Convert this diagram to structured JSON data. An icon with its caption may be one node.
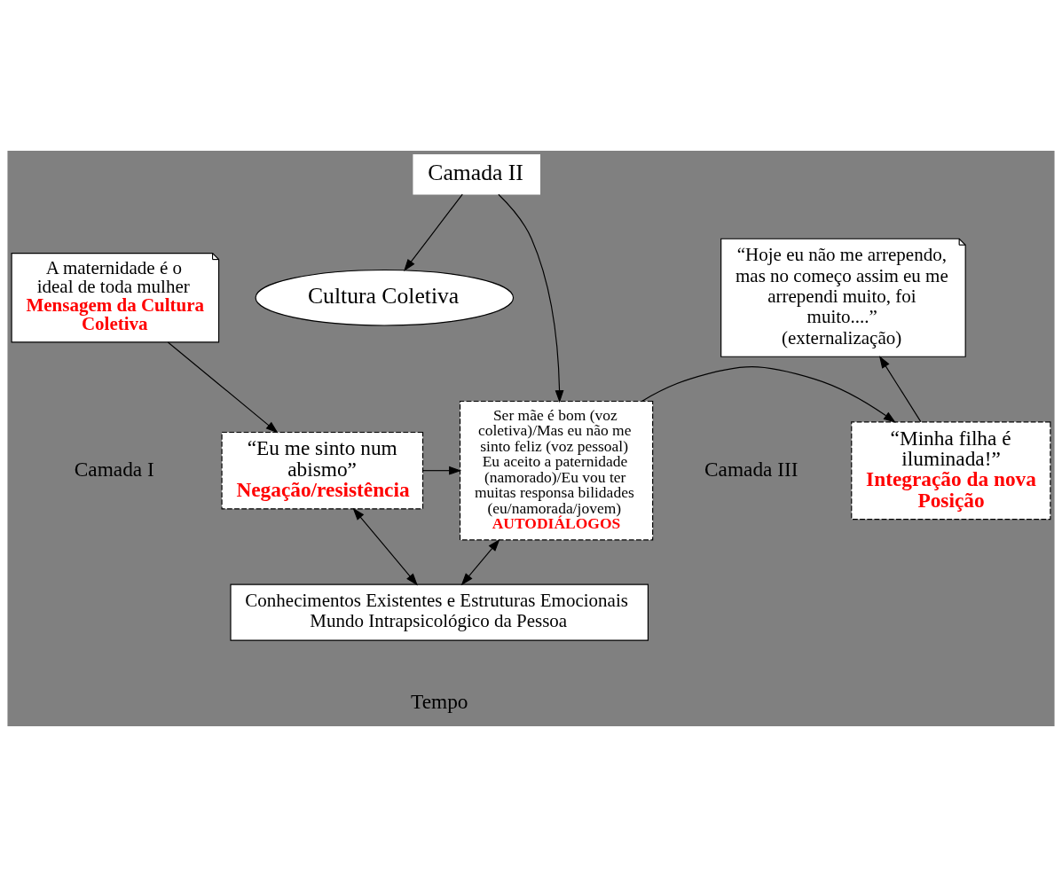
{
  "diagram": {
    "nodes": [
      {
        "text": [
          "A maternidade é o ideal de toda mulher",
          "Mensagem da Cultura Coletiva"
        ]
      },
      {
        "text": [
          "Cultura Coletiva"
        ]
      },
      {
        "text": [
          "“Hoje eu não me arrependo, mas no começo assim eu me arrependi muito, foi muito....”",
          "(externalização)"
        ]
      },
      {
        "text": [
          "Camada II"
        ]
      },
      {
        "text": [
          "“Eu me sinto num abismo”",
          "Negação/resistência"
        ]
      },
      {
        "text": [
          "Ser mãe é bom (voz coletiva)/Mas eu não me sinto feliz (voz pessoal)",
          "Eu aceito a paternidade (namorado)/Eu vou ter muitas responsa bilidades (eu/namorada/jovem)",
          "AUTODIÁLOGOS"
        ]
      },
      {
        "text": [
          "“Minha filha é iluminada!”",
          "Integração da nova Posição"
        ]
      },
      {
        "text": [
          "Conhecimentos Existentes e Estruturas Emocionais",
          "Mundo Intrapsicológico da Pessoa"
        ]
      }
    ],
    "edges": [
      {
        "from": 0,
        "to": 4,
        "arrow": "to"
      },
      {
        "from": 3,
        "to": 1,
        "arrow": "to"
      },
      {
        "from": 3,
        "to": 5,
        "arrow": "to"
      },
      {
        "from": 4,
        "to": 5,
        "arrow": "to"
      },
      {
        "from": 4,
        "to": 7,
        "arrow": "both"
      },
      {
        "from": 5,
        "to": 7,
        "arrow": "both"
      },
      {
        "from": 5,
        "to": 6,
        "arrow": "to"
      },
      {
        "from": 6,
        "to": 2,
        "arrow": "to"
      }
    ],
    "labels": [
      "Camada I",
      "Camada III",
      "Tempo"
    ]
  }
}
